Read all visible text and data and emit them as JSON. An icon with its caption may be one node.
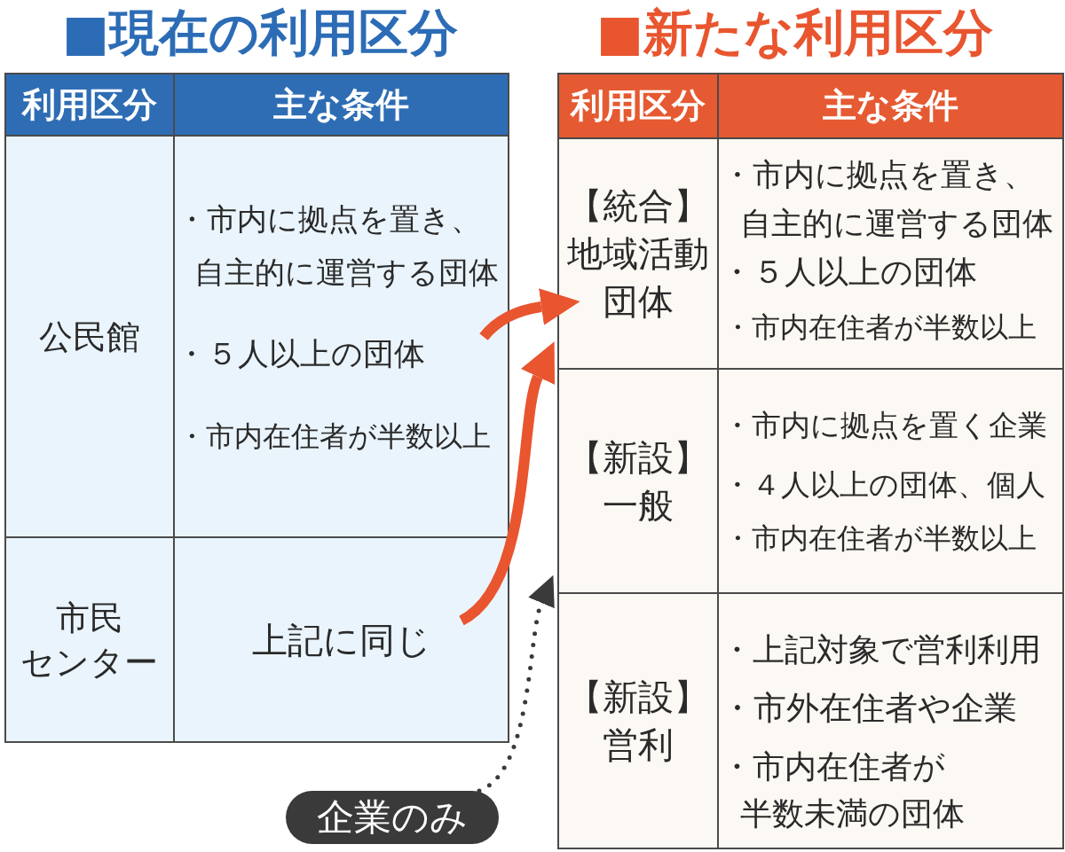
{
  "diagram": {
    "nodes": [
      {
        "text": [
          "公民館"
        ]
      },
      {
        "text": [
          "・市内に拠点を置き、自主的に運営する団体",
          "・５人以上の団体",
          "・市内在住者が半数以上"
        ]
      },
      {
        "text": [
          "市民センター"
        ]
      },
      {
        "text": [
          "上記に同じ"
        ]
      },
      {
        "text": [
          "【統合】地域活動団体"
        ]
      },
      {
        "text": [
          "・市内に拠点を置き、自主的に運営する団体",
          "・５人以上の団体",
          "・市内在住者が半数以上"
        ]
      },
      {
        "text": [
          "【新設】一般"
        ]
      },
      {
        "text": [
          "・市内に拠点を置く企業",
          "・４人以上の団体、個人",
          "・市内在住者が半数以上"
        ]
      },
      {
        "text": [
          "【新設】営利"
        ]
      },
      {
        "text": [
          "・上記対象で営利利用",
          "・市外在住者や企業",
          "・市内在住者が半数未満の団体"
        ]
      },
      {
        "text": [
          "企業のみ"
        ]
      }
    ],
    "edges": [
      {
        "from": 1,
        "to": 4,
        "arrow": "to"
      },
      {
        "from": 3,
        "to": 4,
        "arrow": "to"
      },
      {
        "from": 10,
        "to": 6,
        "arrow": "to",
        "style": "dashed",
        "color": "#3a3a3a"
      }
    ],
    "labels": [
      "■現在の利用区分",
      "■新たな利用区分",
      "利用区分",
      "主な条件",
      "利用区分",
      "主な条件"
    ]
  }
}
